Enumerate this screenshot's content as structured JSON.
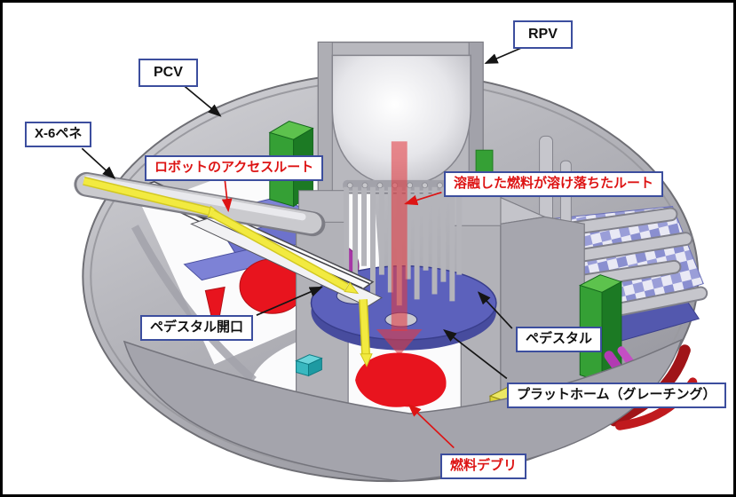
{
  "diagram": {
    "type": "reactor-pcv-cutaway-3d-illustration",
    "labels": {
      "rpv": "RPV",
      "pcv": "PCV",
      "x6_pene": "X-6ペネ",
      "robot_access_route": "ロボットのアクセスルート",
      "molten_fuel_route": "溶融した燃料が溶け落ちたルート",
      "pedestal_opening": "ペデスタル開口",
      "pedestal": "ペデスタル",
      "platform_grating": "プラットホーム（グレーチング）",
      "fuel_debris": "燃料デブリ"
    },
    "colors": {
      "label_border": "#3c4e9e",
      "annotation_red": "#dd1414",
      "annotation_black": "#151515",
      "route_yellow": "#f2ea40",
      "molten_red": "rgba(226,58,66,0.58)",
      "debris_red": "#e8141e",
      "metal_gray": "#b4b4ba",
      "platform_blue": "#5c61bc",
      "equipment_green": "#35a035",
      "equipment_magenta": "#a636a6",
      "equipment_cyan": "#39b8c0",
      "equipment_yellow": "#ddd535"
    }
  }
}
